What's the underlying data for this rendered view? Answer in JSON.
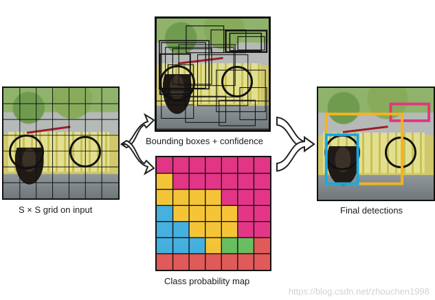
{
  "labels": {
    "input": "S × S grid on input",
    "boxes": "Bounding boxes + confidence",
    "probability": "Class probability map",
    "final": "Final detections"
  },
  "watermark": "https://blog.csdn.net/zhouchen1998",
  "colors": {
    "grid": "#111111",
    "magenta": "#e21d7b",
    "yellow": "#f6bf20",
    "cyan": "#2fa7df",
    "green": "#56b84d",
    "red": "#df4846",
    "dog_box": "#1aa7e3",
    "bike_box": "#f2b324",
    "car_box": "#e0377d"
  },
  "grid_size": 7,
  "probability_map": [
    [
      "magenta",
      "magenta",
      "magenta",
      "magenta",
      "magenta",
      "magenta",
      "magenta"
    ],
    [
      "yellow",
      "magenta",
      "magenta",
      "magenta",
      "magenta",
      "magenta",
      "magenta"
    ],
    [
      "yellow",
      "yellow",
      "yellow",
      "yellow",
      "magenta",
      "magenta",
      "magenta"
    ],
    [
      "cyan",
      "yellow",
      "yellow",
      "yellow",
      "yellow",
      "magenta",
      "magenta"
    ],
    [
      "cyan",
      "cyan",
      "yellow",
      "yellow",
      "yellow",
      "magenta",
      "magenta"
    ],
    [
      "cyan",
      "cyan",
      "cyan",
      "yellow",
      "green",
      "green",
      "red"
    ],
    [
      "red",
      "red",
      "red",
      "red",
      "red",
      "red",
      "red"
    ]
  ]
}
